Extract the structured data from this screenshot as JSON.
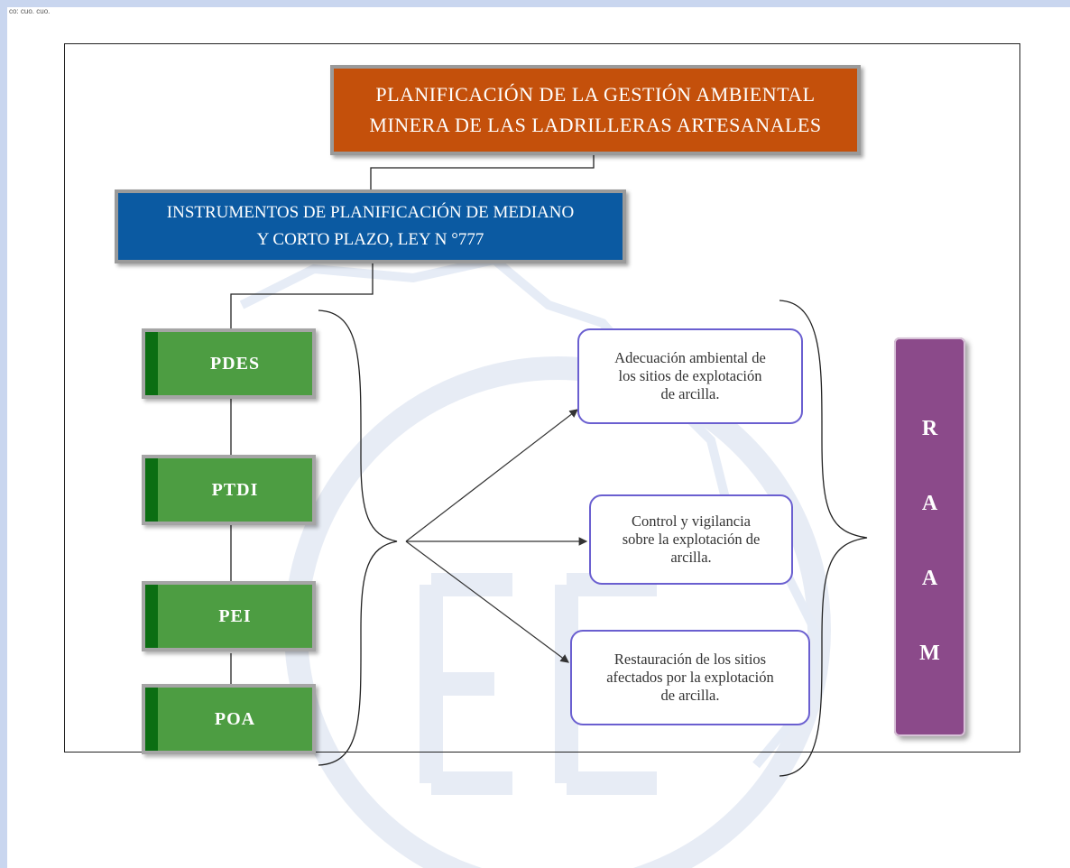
{
  "corner_text": "co: cuo. cuo.",
  "title": {
    "line1": "PLANIFICACIÓN DE LA GESTIÓN AMBIENTAL",
    "line2": "MINERA DE LAS LADRILLERAS ARTESANALES"
  },
  "instruments": {
    "line1": "INSTRUMENTOS DE PLANIFICACIÓN DE MEDIANO",
    "line2": "Y CORTO PLAZO, LEY N °777"
  },
  "plans": [
    "PDES",
    "PTDI",
    "PEI",
    "POA"
  ],
  "actions": [
    {
      "line1": "Adecuación ambiental de",
      "line2": "los sitios de explotación",
      "line3": "de arcilla."
    },
    {
      "line1": "Control y vigilancia",
      "line2": "sobre la explotación de",
      "line3": "arcilla."
    },
    {
      "line1": "Restauración  de los sitios",
      "line2": "afectados por la explotación",
      "line3": "de arcilla."
    }
  ],
  "raam_letters": [
    "R",
    "A",
    "A",
    "M"
  ],
  "colors": {
    "title_bg": "#c4500b",
    "instruments_bg": "#0b5aa2",
    "plan_bg": "#4d9d42",
    "plan_strip": "#0b6e12",
    "action_border": "#6a5fd0",
    "raam_bg": "#8b4a8a"
  }
}
